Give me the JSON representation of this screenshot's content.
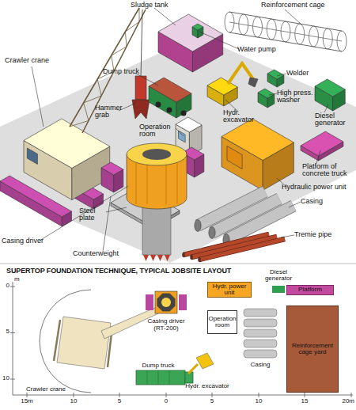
{
  "diagram": {
    "title": "SUPERTOP FOUNDATION TECHNIQUE, TYPICAL JOBSITE LAYOUT",
    "nodes": [
      {
        "text": [
          "Hydr. power unit"
        ]
      },
      {
        "text": [
          "Platform"
        ]
      },
      {
        "text": [
          "Operation room"
        ]
      },
      {
        "text": [
          "Reinforcement cage yard"
        ]
      }
    ],
    "labels": [
      "Crawler crane",
      "Sludge tank",
      "Reinforcement cage",
      "Water pump",
      "Dump truck",
      "Hydr. excavator",
      "Welder",
      "High press. washer",
      "Diesel generator",
      "Hammer grab",
      "Operation room",
      "Platform of concrete truck",
      "Hydraulic power unit",
      "Casing driver",
      "Steel plate",
      "Casing",
      "Counterweight",
      "Tremie pipe",
      "Diesel generator",
      "Casing driver",
      "(RT-200)",
      "Casing",
      "Crawler crane",
      "Dump truck",
      "Hydr. excavator",
      "m",
      "0",
      "5",
      "10",
      "15m",
      "10",
      "5",
      "0",
      "5",
      "10",
      "15",
      "20m"
    ]
  }
}
